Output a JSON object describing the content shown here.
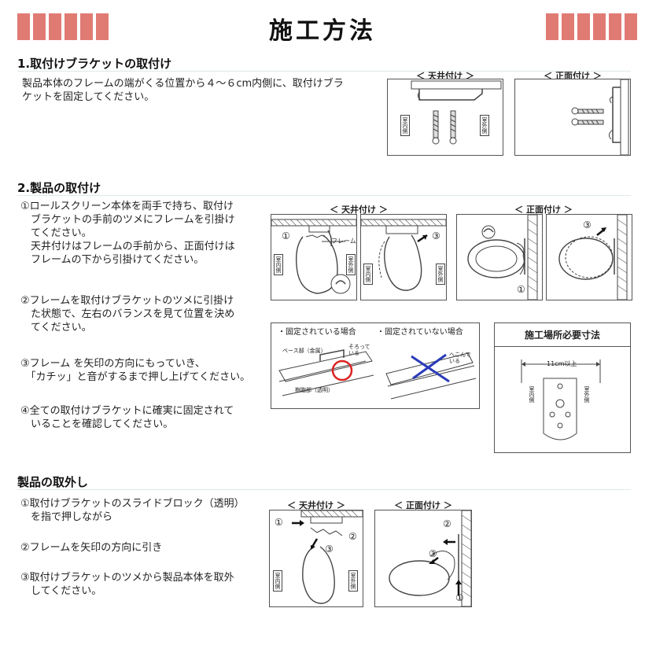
{
  "header": {
    "title": "施工方法",
    "accent": "#e07b74"
  },
  "section1": {
    "heading": "1.取付けブラケットの取付け",
    "body": [
      "製品本体のフレームの端がくる位置から４～６cm内側に、取付けブラ",
      "ケットを固定してください。"
    ],
    "fig_ceiling": "＜ 天井付け ＞",
    "fig_wall": "＜ 正面付け ＞",
    "tag_indoor": "室内側",
    "tag_outdoor": "室外側"
  },
  "section2": {
    "heading": "2.製品の取付け",
    "steps": [
      {
        "lines": [
          "①ロールスクリーン本体を両手で持ち、取付け",
          "　ブラケットの手前のツメにフレームを引掛け",
          "　てください。",
          "　天井付けはフレームの手前から、正面付けは",
          "　フレームの下から引掛けてください。"
        ]
      },
      {
        "lines": [
          "②フレームを取付けブラケットのツメに引掛け",
          "　た状態で、左右のバランスを見て位置を決め",
          "　てください。"
        ]
      },
      {
        "lines": [
          "③フレーム を矢印の方向にもっていき、",
          "　「カチッ」と音がするまで押し上げてください。"
        ]
      },
      {
        "lines": [
          "④全ての取付けブラケットに確実に固定されて",
          "　いることを確認してください。"
        ]
      }
    ],
    "fig_ceiling": "＜ 天井付け ＞",
    "fig_wall": "＜ 正面付け ＞",
    "frame_label": "フレーム",
    "tag_indoor": "室内側",
    "tag_outdoor": "室外側",
    "fixed_label": "・固定されている場合",
    "not_fixed_label": "・固定されていない場合",
    "base_label": "ベース部（金属）",
    "resin_label": "樹脂部（透明）",
    "sorotte": [
      "そろって",
      "いる"
    ],
    "hekonde": [
      "へこんで",
      "いる"
    ],
    "dims_title": "施工場所必要寸法",
    "dims_value": "11cm以上",
    "marks": {
      "one": "①",
      "three": "③"
    }
  },
  "section3": {
    "heading": "製品の取外し",
    "steps": [
      {
        "lines": [
          "①取付けブラケットのスライドブロック（透明）",
          "　を指で押しながら"
        ]
      },
      {
        "lines": [
          "②フレームを矢印の方向に引き"
        ]
      },
      {
        "lines": [
          "③取付けブラケットのツメから製品本体を取外",
          "　してください。"
        ]
      }
    ],
    "fig_ceiling": "＜ 天井付け ＞",
    "fig_wall": "＜ 正面付け ＞",
    "tag_indoor": "室内側",
    "tag_outdoor": "室外側",
    "marks": {
      "one": "①",
      "two": "②",
      "three": "③"
    }
  }
}
